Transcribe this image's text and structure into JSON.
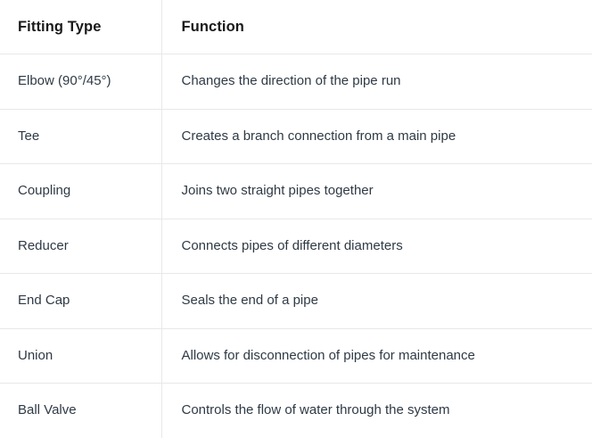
{
  "table": {
    "columns": [
      {
        "key": "fitting_type",
        "label": "Fitting Type"
      },
      {
        "key": "function",
        "label": "Function"
      }
    ],
    "rows": [
      {
        "fitting_type": "Elbow (90°/45°)",
        "function": "Changes the direction of the pipe run"
      },
      {
        "fitting_type": "Tee",
        "function": "Creates a branch connection from a main pipe"
      },
      {
        "fitting_type": "Coupling",
        "function": "Joins two straight pipes together"
      },
      {
        "fitting_type": "Reducer",
        "function": "Connects pipes of different diameters"
      },
      {
        "fitting_type": "End Cap",
        "function": "Seals the end of a pipe"
      },
      {
        "fitting_type": "Union",
        "function": "Allows for disconnection of pipes for maintenance"
      },
      {
        "fitting_type": "Ball Valve",
        "function": "Controls the flow of water through the system"
      }
    ]
  },
  "colors": {
    "background": "#ffffff",
    "header_text": "#1a1a1a",
    "body_text": "#2f3a45",
    "border": "#e8e8e8"
  }
}
